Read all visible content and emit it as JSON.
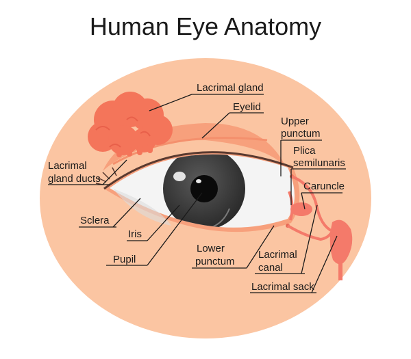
{
  "title": "Human Eye Anatomy",
  "labels": {
    "lacrimal_gland": "Lacrimal gland",
    "eyelid": "Eyelid",
    "upper_punctum_1": "Upper",
    "upper_punctum_2": "punctum",
    "plica_1": "Plica",
    "plica_2": "semilunaris",
    "caruncle": "Caruncle",
    "gland_ducts_1": "Lacrimal",
    "gland_ducts_2": "gland ducts",
    "sclera": "Sclera",
    "iris": "Iris",
    "pupil": "Pupil",
    "lower_punctum_1": "Lower",
    "lower_punctum_2": "punctum",
    "lacrimal_canal_1": "Lacrimal",
    "lacrimal_canal_2": "canal",
    "lacrimal_sack": "Lacrimal sack"
  },
  "colors": {
    "skin": "#fbc5a2",
    "lid": "#f7a07c",
    "gland": "#f4755a",
    "sclera": "#f4f4f4",
    "iris": "#3b3b3b",
    "pupil": "#0a0a0a",
    "caruncle": "#f47a6a"
  }
}
